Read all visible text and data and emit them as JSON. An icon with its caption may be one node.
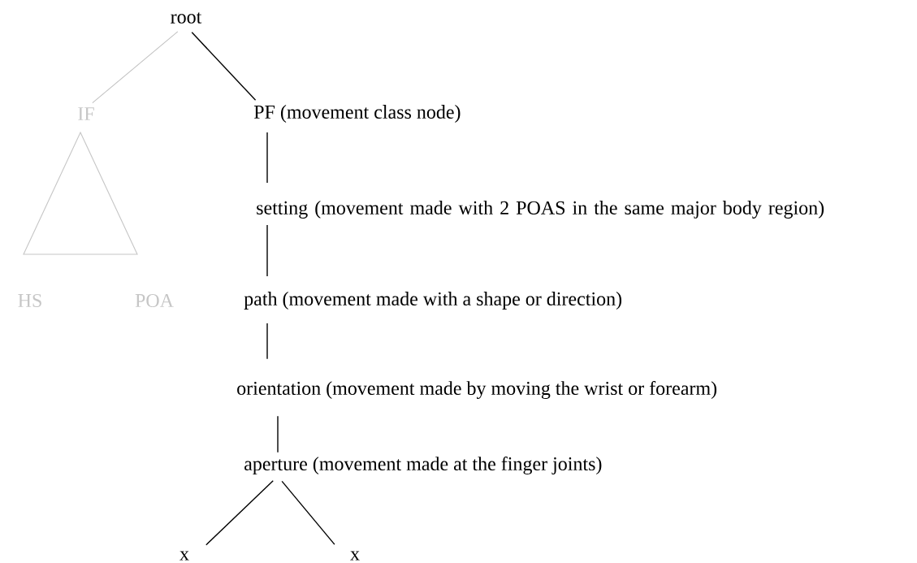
{
  "diagram": {
    "nodes": [
      {
        "text": [
          "root"
        ]
      },
      {
        "text": [
          "IF"
        ]
      },
      {
        "text": [
          "PF (movement class node)"
        ]
      },
      {
        "text": [
          "setting (movement made with 2 POAS in the same major body region)"
        ]
      },
      {
        "text": [
          "HS"
        ]
      },
      {
        "text": [
          "POA"
        ]
      },
      {
        "text": [
          "path (movement made with a shape or direction)"
        ]
      },
      {
        "text": [
          "orientation (movement made by moving the wrist or forearm)"
        ]
      },
      {
        "text": [
          "aperture (movement made at the finger joints)"
        ]
      },
      {
        "text": [
          "x"
        ]
      },
      {
        "text": [
          "x"
        ]
      }
    ],
    "edges": [
      {
        "from": 0,
        "to": 1,
        "arrow": "none",
        "color": "#c0c0c0"
      },
      {
        "from": 0,
        "to": 2,
        "arrow": "none"
      },
      {
        "from": 2,
        "to": 3,
        "arrow": "none"
      },
      {
        "from": 3,
        "to": 6,
        "arrow": "none"
      },
      {
        "from": 6,
        "to": 7,
        "arrow": "none"
      },
      {
        "from": 7,
        "to": 8,
        "arrow": "none"
      },
      {
        "from": 8,
        "to": 9,
        "arrow": "none"
      },
      {
        "from": 8,
        "to": 10,
        "arrow": "none"
      }
    ]
  }
}
